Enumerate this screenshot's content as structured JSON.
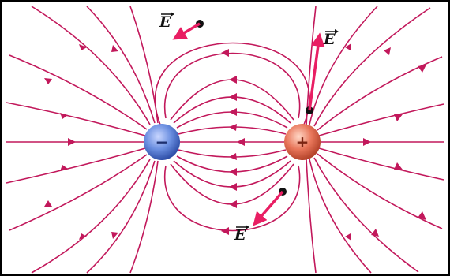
{
  "diagram": {
    "field_label": "E",
    "negative_charge_symbol": "−",
    "positive_charge_symbol": "+",
    "colors": {
      "field_line": "#c2185b",
      "field_vector": "#e91e63",
      "negative_charge": "#5b7fd6",
      "positive_charge": "#e2684a",
      "background": "#ffffff"
    },
    "charges": [
      {
        "name": "negative-charge",
        "sign": "negative"
      },
      {
        "name": "positive-charge",
        "sign": "positive"
      }
    ],
    "test_points": 3
  }
}
